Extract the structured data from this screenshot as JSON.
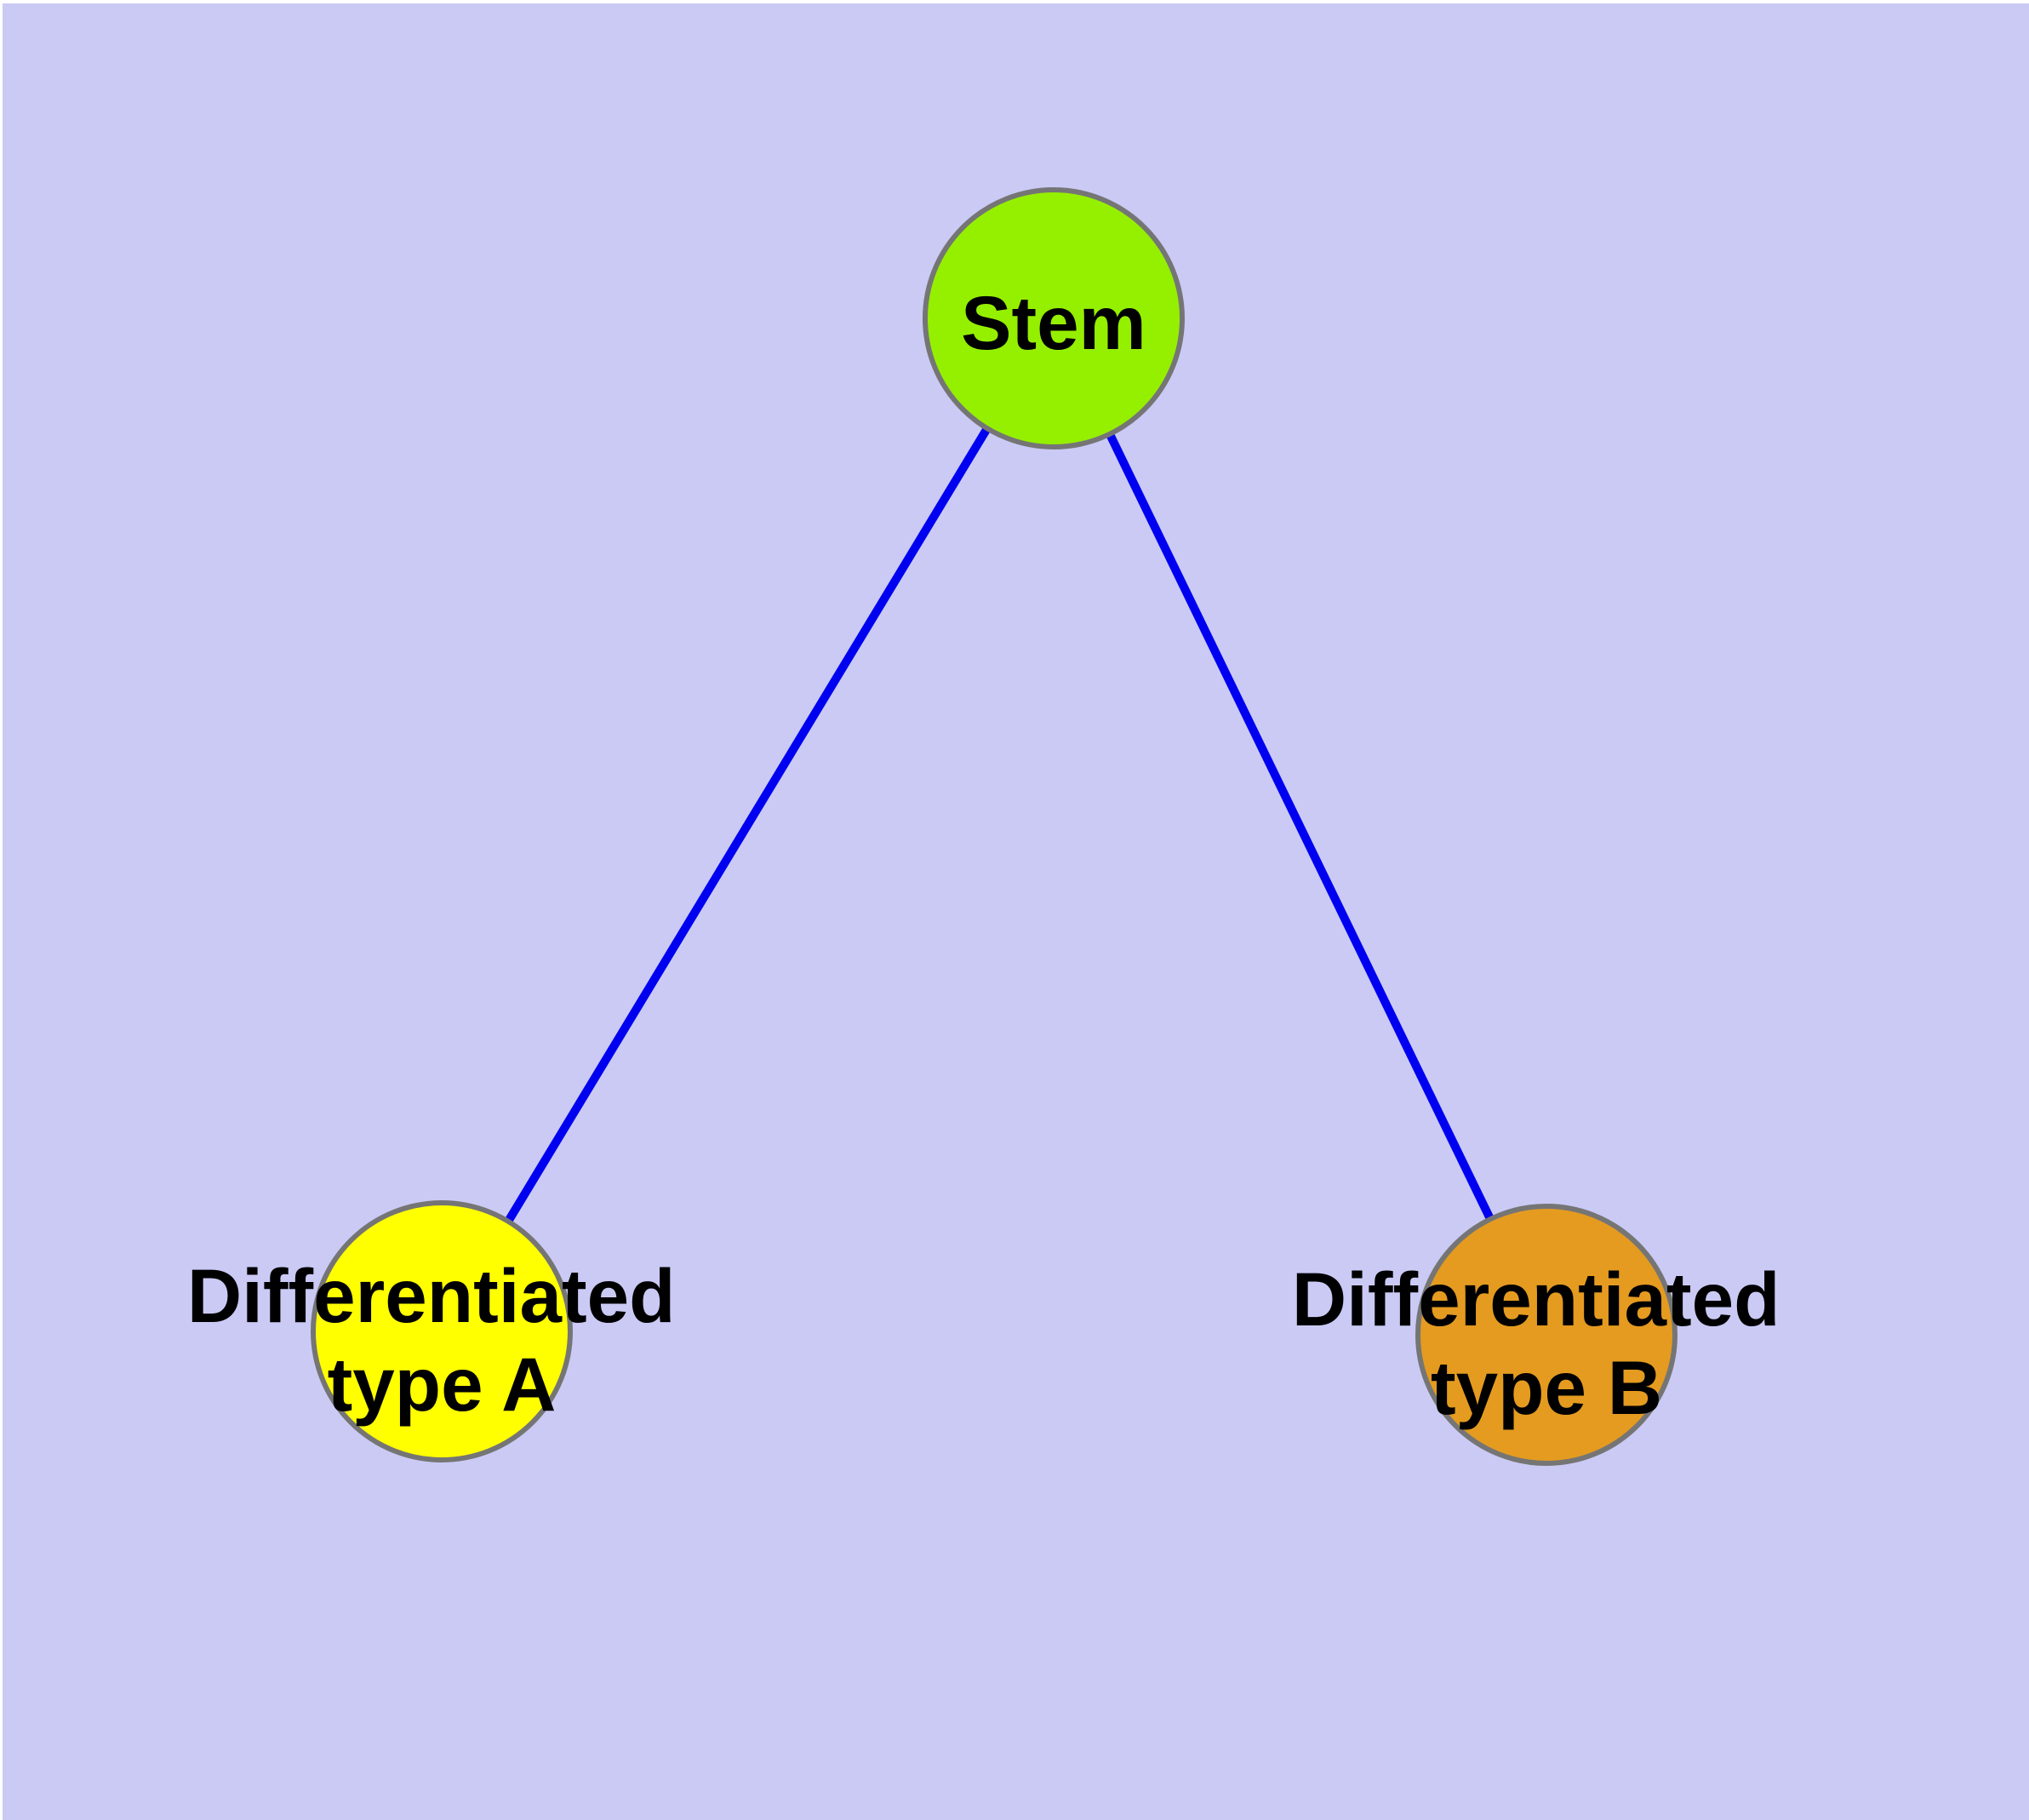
{
  "diagram": {
    "description": "Cell differentiation graph: a stem cell node connected to two differentiated cell type nodes",
    "background_color": "#CACAF5",
    "page_margin_color": "#FFFFFF",
    "edge_color": "#0000F0",
    "edge_width": 10,
    "node_border_color": "#757575",
    "node_border_width": 6,
    "label_color": "#000000",
    "nodes": {
      "stem": {
        "label": "Stem",
        "color": "#95F000"
      },
      "type_a": {
        "label": "Differentiated type A",
        "label_line1": "Differentiated",
        "label_line2": "type A",
        "color": "#FFFF00"
      },
      "type_b": {
        "label": "Differentiated type B",
        "label_line1": "Differentiated",
        "label_line2": "type B",
        "color": "#E49B20"
      }
    },
    "edges": [
      {
        "from": "Stem",
        "to": "Differentiated type A"
      },
      {
        "from": "Stem",
        "to": "Differentiated type B"
      }
    ]
  }
}
